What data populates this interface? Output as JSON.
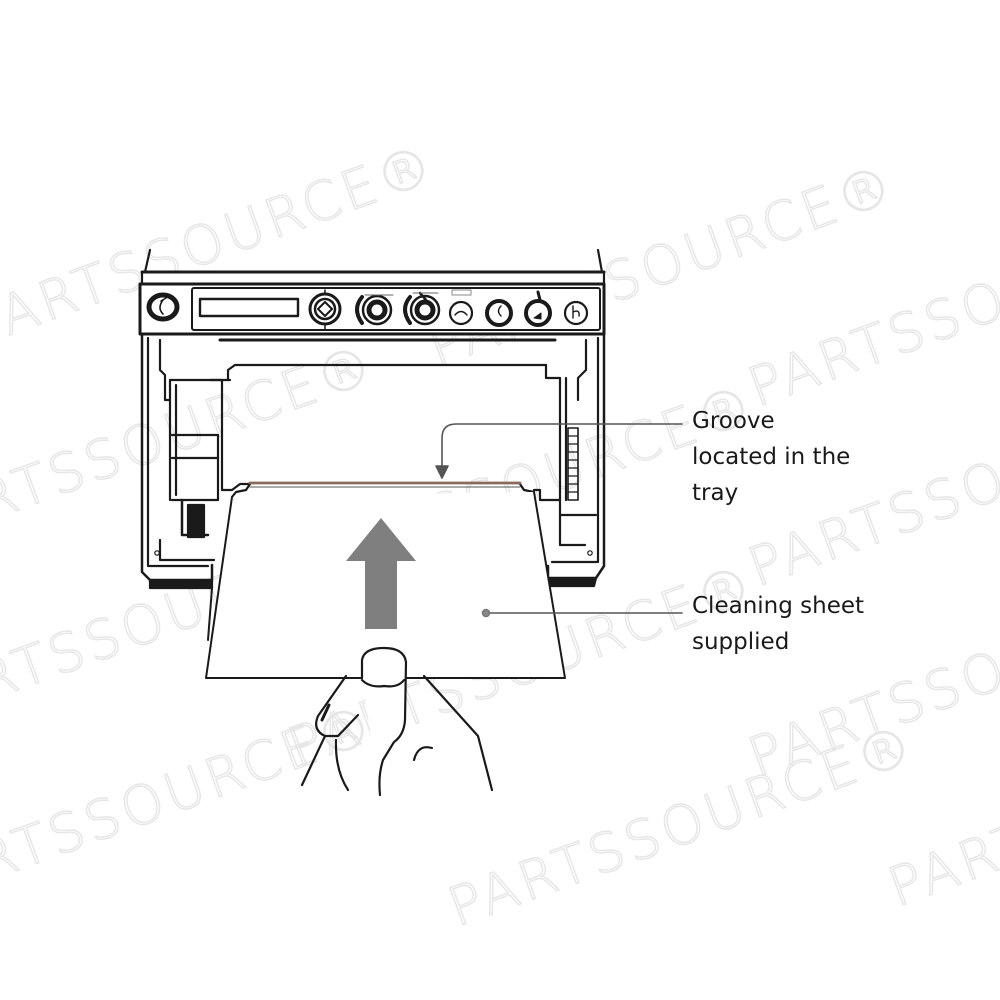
{
  "figure": {
    "subject": "Printer front view with cleaning sheet being inserted into tray",
    "colors": {
      "line": "#1a1a1a",
      "arrow": "#7f7f7f",
      "callout_line": "#555555",
      "groove_line": "#8a6a5a",
      "watermark": "#e6e6e6",
      "background": "#ffffff"
    },
    "icons": {
      "insert_direction": "arrow-up-icon",
      "hand": "hand-holding-sheet-icon",
      "power": "power-button-icon"
    }
  },
  "callouts": [
    {
      "id": "groove",
      "lines": [
        "Groove",
        "located in the",
        "tray"
      ]
    },
    {
      "id": "cleaning-sheet",
      "lines": [
        "Cleaning sheet",
        "supplied"
      ]
    }
  ],
  "watermark": {
    "text": "PARTSSOURCE®"
  }
}
